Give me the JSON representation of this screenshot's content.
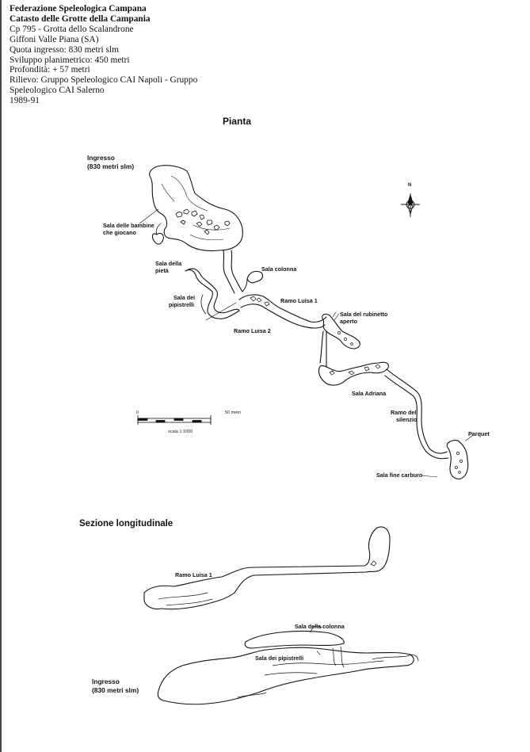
{
  "header": {
    "lines": [
      "Federazione Speleologica Campana",
      "Catasto delle Grotte della Campania",
      "Cp 795 - Grotta dello Scalandrone",
      "Giffoni Valle Piana (SA)",
      "Quota ingresso: 830 metri slm",
      "Sviluppo planimetrico: 450 metri",
      "Profondità: + 57 metri",
      "Rilievo: Gruppo Speleologico CAI Napoli - Gruppo",
      "Speleologico CAI Salerno",
      "1989-91"
    ]
  },
  "plan": {
    "title": "Pianta",
    "labels": {
      "ingresso_1": "Ingresso",
      "ingresso_2": "(830 metri slm)",
      "sala_bambine_1": "Sala delle bambine",
      "sala_bambine_2": "che giocano",
      "sala_pieta_1": "Sala della",
      "sala_pieta_2": "pietà",
      "sala_colonna": "Sala colonna",
      "sala_pipistrelli_1": "Sala dei",
      "sala_pipistrelli_2": "pipistrelli",
      "ramo_luisa_1": "Ramo Luisa 1",
      "ramo_luisa_2": "Ramo Luisa 2",
      "sala_rubinetto_1": "Sala del rubinetto",
      "sala_rubinetto_2": "aperto",
      "sala_adriana": "Sala Adriana",
      "ramo_silenzio_1": "Ramo del",
      "ramo_silenzio_2": "silenzio",
      "parquet": "Parquet",
      "sala_fine_carburo": "Sala fine carburo"
    },
    "compass_letter": "N",
    "scale": {
      "start": "0",
      "end": "50 metri",
      "ratio": "scala 1:1000"
    }
  },
  "section": {
    "title": "Sezione longitudinale",
    "labels": {
      "ramo_luisa_1": "Ramo Luisa 1",
      "sala_colonna": "Sala della colonna",
      "sala_pipistrelli": "Sala dei pipistrelli",
      "ingresso_1": "Ingresso",
      "ingresso_2": "(830 metri slm)"
    }
  }
}
